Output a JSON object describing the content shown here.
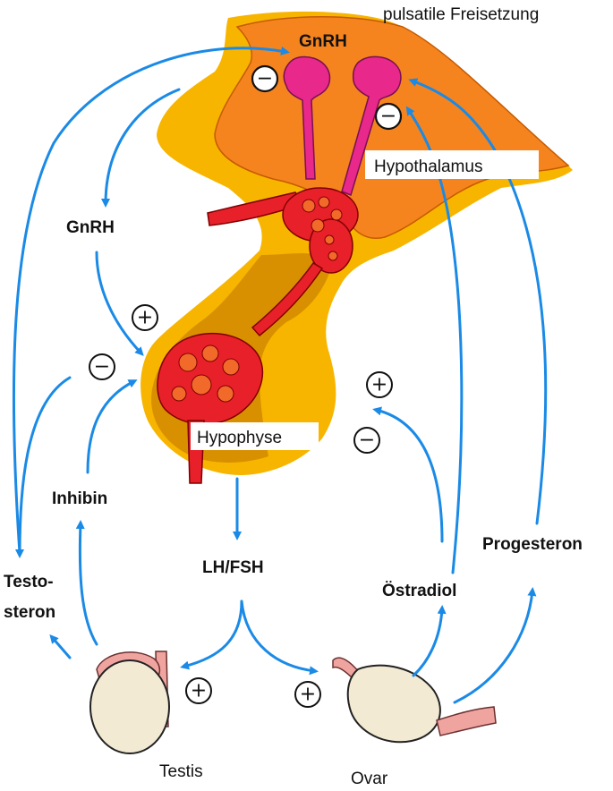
{
  "labels": {
    "pulsatile": "pulsatile Freisetzung",
    "gnrh_top": "GnRH",
    "hypothalamus": "Hypothalamus",
    "gnrh_left": "GnRH",
    "hypophyse": "Hypophyse",
    "lh_fsh": "LH/FSH",
    "inhibin": "Inhibin",
    "testosteron_1": "Testo-",
    "testosteron_2": "steron",
    "oestradiol": "Östradiol",
    "progesteron": "Progesteron",
    "testis": "Testis",
    "ovar": "Ovar"
  },
  "signs": {
    "minus": "−",
    "plus": "+"
  },
  "colors": {
    "arrow": "#1a8ae6",
    "hypothalamus": "#f5841f",
    "pituitary": "#f7b500",
    "neuron": "#e8288a",
    "vessel": "#e8202a",
    "gonad": "#f3ead4",
    "tube": "#f0a4a0"
  }
}
